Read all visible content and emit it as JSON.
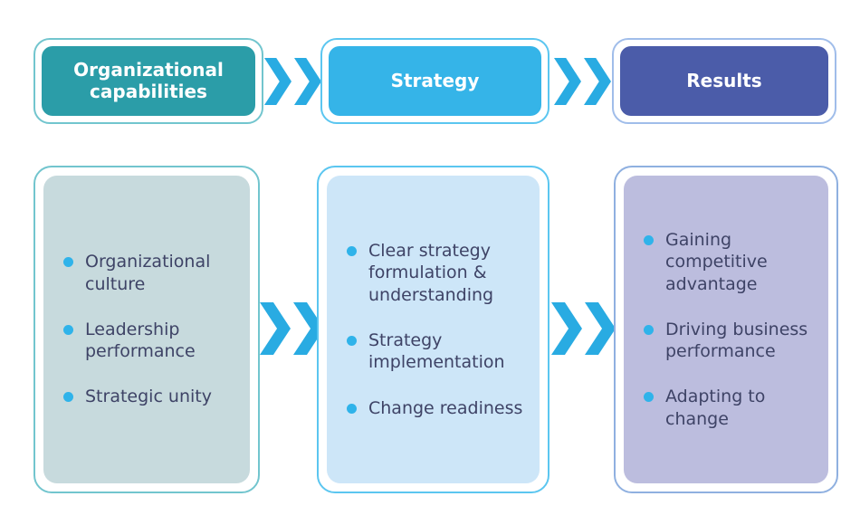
{
  "diagram": {
    "stages": [
      {
        "title": "Organizational capabilities",
        "items": [
          "Organizational culture",
          "Leadership performance",
          "Strategic unity"
        ],
        "header_bg": "#2B9DA8",
        "header_border": "#72C5CE",
        "panel_bg": "#C7DADD",
        "panel_border": "#72C5CE"
      },
      {
        "title": "Strategy",
        "items": [
          "Clear strategy formulation & understanding",
          "Strategy implementation",
          "Change readiness"
        ],
        "header_bg": "#35B4E8",
        "header_border": "#5BC6F0",
        "panel_bg": "#CDE6F8",
        "panel_border": "#5BC6F0"
      },
      {
        "title": "Results",
        "items": [
          "Gaining competitive advantage",
          "Driving business performance",
          "Adapting to change"
        ],
        "header_bg": "#4B5CA9",
        "header_border": "#A0BDEA",
        "panel_bg": "#BCBDDE",
        "panel_border": "#8FB0E0"
      }
    ],
    "arrow_color": "#29ABE2",
    "bullet_color": "#2FB3EA",
    "text_color": "#3E4366"
  }
}
